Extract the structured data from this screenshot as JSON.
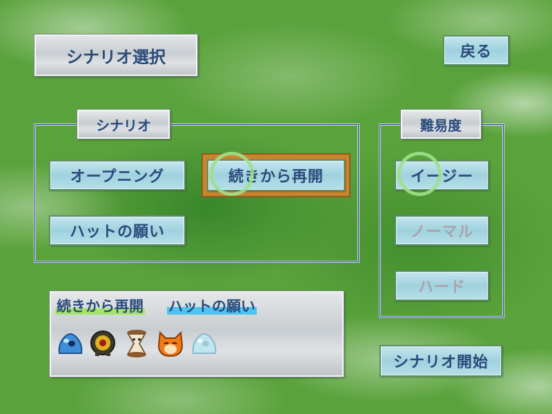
{
  "screen_title": "シナリオ選択",
  "back_button": "戻る",
  "scenario_section": {
    "label": "シナリオ",
    "items": [
      {
        "label": "オープニング",
        "state": "normal"
      },
      {
        "label": "続きから再開",
        "state": "selected"
      },
      {
        "label": "ハットの願い",
        "state": "normal"
      }
    ]
  },
  "difficulty_section": {
    "label": "難易度",
    "items": [
      {
        "label": "イージー",
        "state": "selected"
      },
      {
        "label": "ノーマル",
        "state": "disabled"
      },
      {
        "label": "ハード",
        "state": "disabled"
      }
    ]
  },
  "info_panel": {
    "tags": [
      "続きから再開",
      "ハットの願い"
    ],
    "tag_colors": [
      "#a6e36b",
      "#4ec3f0"
    ],
    "party_icons": [
      "blue-slime-icon",
      "one-eyed-creature-icon",
      "hourglass-creature-icon",
      "orange-fox-icon",
      "pale-slime-icon"
    ]
  },
  "start_button": "シナリオ開始",
  "colors": {
    "button_text": "#2a4a7a",
    "disabled_text": "#a9a3ad",
    "selected_frame": "#c8852e",
    "cursor_ring": "#9fe08a"
  }
}
